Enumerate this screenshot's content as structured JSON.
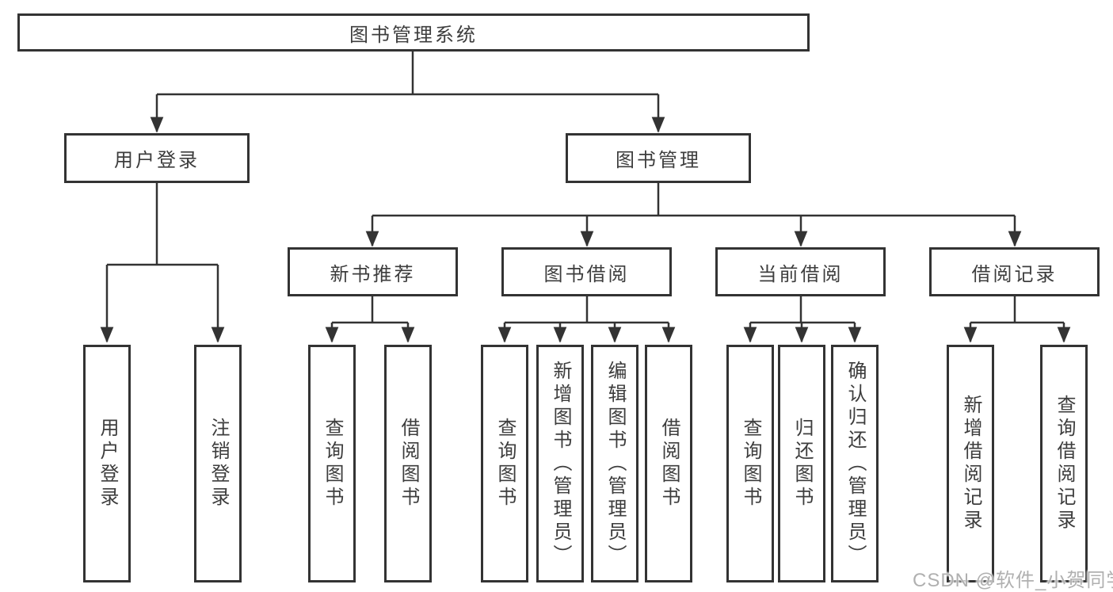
{
  "tree": {
    "root": "图书管理系统",
    "branches": [
      {
        "label": "用户登录",
        "children": [
          "用户登录",
          "注销登录"
        ]
      },
      {
        "label": "图书管理",
        "sections": [
          {
            "label": "新书推荐",
            "children": [
              "查询图书",
              "借阅图书"
            ]
          },
          {
            "label": "图书借阅",
            "children": [
              "查询图书",
              "新增图书（管理员）",
              "编辑图书（管理员）",
              "借阅图书"
            ]
          },
          {
            "label": "当前借阅",
            "children": [
              "查询图书",
              "归还图书",
              "确认归还（管理员）"
            ]
          },
          {
            "label": "借阅记录",
            "children": [
              "新增借阅记录",
              "查询借阅记录"
            ]
          }
        ]
      }
    ]
  },
  "watermark": "CSDN @软件_小贺同学",
  "colors": {
    "line": "#333333",
    "box_border": "#333333",
    "text": "#3d3d3d",
    "watermark": "#b0b0b0",
    "background": "#ffffff"
  }
}
